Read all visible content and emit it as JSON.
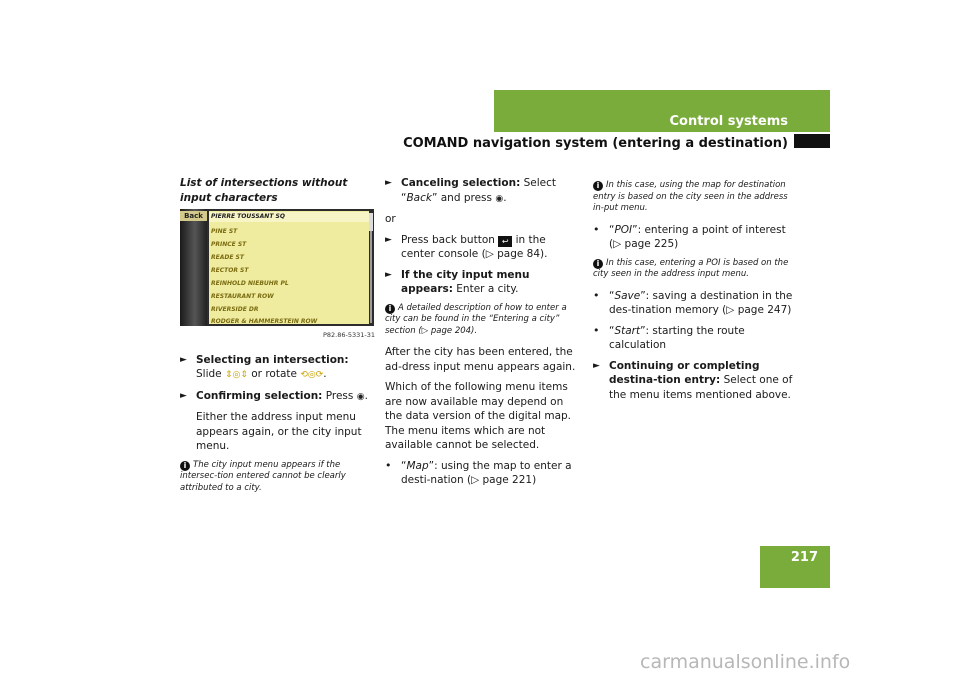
{
  "header": {
    "section_title": "Control systems",
    "chapter_title": "COMAND navigation system (entering a destination)"
  },
  "page_number": "217",
  "watermark": "carmanualsonline.info",
  "colors": {
    "accent_green": "#7aac3c",
    "screen_yellow": "#efeca0"
  },
  "left": {
    "caption": "List of intersections without input characters",
    "screen": {
      "back_label": "Back",
      "rows": [
        "PIERRE TOUSSANT SQ",
        "PINE ST",
        "PRINCE ST",
        "READE ST",
        "RECTOR ST",
        "REINHOLD NIEBUHR PL",
        "RESTAURANT ROW",
        "RIVERSIDE DR",
        "RODGER & HAMMERSTEIN ROW"
      ],
      "code": "P82.86-5331-31"
    },
    "step1_bold": "Selecting an intersection:",
    "step1_text": "Slide",
    "step1_or": "or rotate",
    "step2_bold": "Confirming selection:",
    "step2_text": "Press",
    "step2_sub": "Either the address input menu appears again, or the city input menu.",
    "note": "The city input menu appears if the intersec-tion entered cannot be clearly attributed to a city."
  },
  "middle": {
    "step1_bold": "Canceling selection:",
    "step1_text_a": "Select “",
    "step1_back": "Back",
    "step1_text_b": "” and press",
    "or": "or",
    "step2_a": "Press back button",
    "step2_b": "in the center console (",
    "step2_ref": "page 84).",
    "step3_bold": "If the city input menu appears:",
    "step3_text": "Enter a city.",
    "note_a": "A detailed description of how to enter a city can be found in the “Entering a city” section (",
    "note_ref": "page 204).",
    "para1": "After the city has been entered, the ad-dress input menu appears again.",
    "para2": "Which of the following menu items are now available may depend on the data version of the digital map. The menu items which are not available cannot be selected.",
    "map_item": "Map",
    "map_text": "”: using the map to enter a desti-nation (",
    "map_ref": "page 221)"
  },
  "right": {
    "note1": "In this case, using the map for destination entry is based on the city seen in the address in-put menu.",
    "poi_item": "POI",
    "poi_text": "”: entering a point of interest (",
    "poi_ref": "page 225)",
    "note2": "In this case, entering a POI is based on the city seen in the address input menu.",
    "save_item": "Save",
    "save_text": "”: saving a destination in the des-tination memory (",
    "save_ref": "page 247)",
    "start_item": "Start",
    "start_text": "”: starting the route calculation",
    "final_bold": "Continuing or completing destina-tion entry:",
    "final_text": "Select one of the menu items mentioned above."
  }
}
